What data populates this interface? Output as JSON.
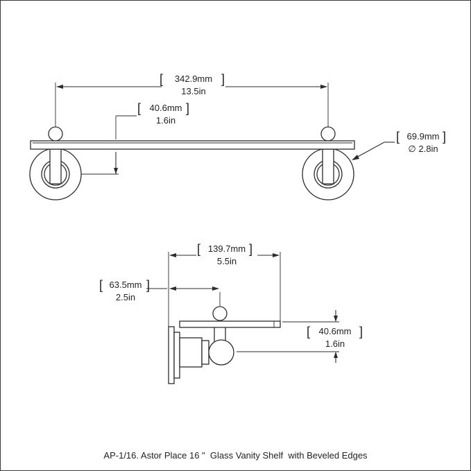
{
  "top_view": {
    "overall_width": {
      "metric": "342.9mm",
      "imperial": "13.5in"
    },
    "depth": {
      "metric": "40.6mm",
      "imperial": "1.6in"
    },
    "flange_diameter": {
      "metric": "69.9mm",
      "imperial": "2.8in",
      "symbol": "∅"
    }
  },
  "side_view": {
    "shelf_depth": {
      "metric": "139.7mm",
      "imperial": "5.5in"
    },
    "projection": {
      "metric": "63.5mm",
      "imperial": "2.5in"
    },
    "height": {
      "metric": "40.6mm",
      "imperial": "1.6in"
    }
  },
  "caption": "AP-1/16. Astor Place 16 \"  Glass Vanity Shelf  with Beveled Edges"
}
